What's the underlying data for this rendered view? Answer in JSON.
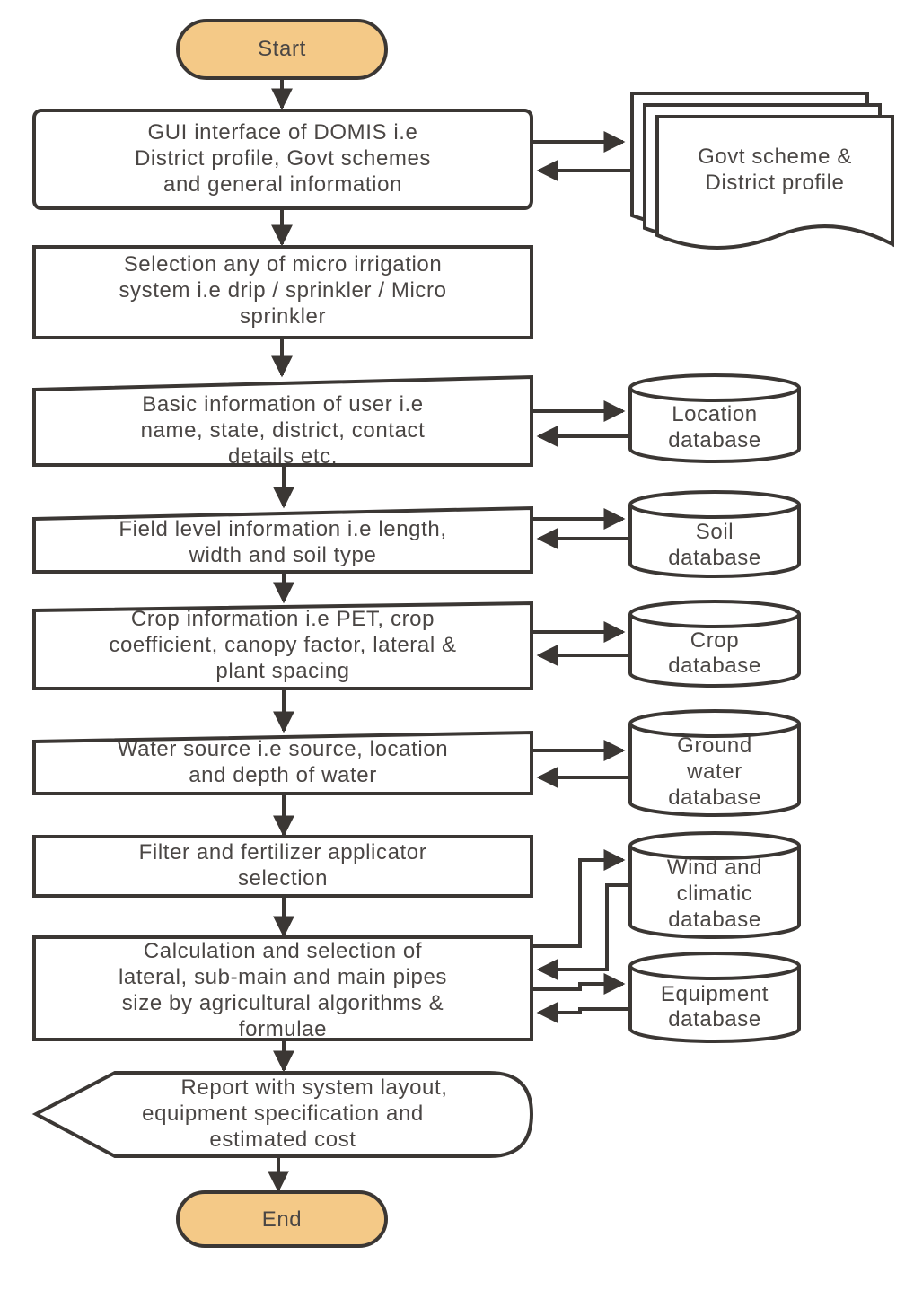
{
  "colors": {
    "terminal_fill": "#f4c987",
    "line": "#3b3734",
    "text": "#4a4644"
  },
  "start": {
    "label": "Start"
  },
  "end": {
    "label": "End"
  },
  "steps": [
    {
      "id": "gui",
      "lines": [
        "GUI interface of DOMIS i.e",
        "District profile, Govt schemes",
        "and general information"
      ]
    },
    {
      "id": "irrigation",
      "lines": [
        "Selection any of micro irrigation",
        "system i.e drip / sprinkler / Micro",
        "sprinkler"
      ]
    },
    {
      "id": "user-info",
      "lines": [
        "Basic information of user i.e",
        "name, state, district, contact",
        "details etc."
      ]
    },
    {
      "id": "field-info",
      "lines": [
        "Field level information i.e length,",
        "width and soil type"
      ]
    },
    {
      "id": "crop-info",
      "lines": [
        "Crop information i.e PET, crop",
        "coefficient, canopy factor, lateral &",
        "plant spacing"
      ]
    },
    {
      "id": "water-source",
      "lines": [
        "Water source  i.e source, location",
        "and depth of water"
      ]
    },
    {
      "id": "filter",
      "lines": [
        "Filter and fertilizer applicator",
        "selection"
      ]
    },
    {
      "id": "calculation",
      "lines": [
        "Calculation and selection of",
        "lateral, sub-main and main pipes",
        "size by agricultural algorithms &",
        "formulae"
      ]
    }
  ],
  "report": {
    "lines": [
      "Report with system layout,",
      "equipment specification and",
      "estimated cost"
    ]
  },
  "documents": {
    "lines": [
      "Govt scheme &",
      "District profile"
    ]
  },
  "databases": [
    {
      "id": "location",
      "lines": [
        "Location",
        "database"
      ]
    },
    {
      "id": "soil",
      "lines": [
        "Soil",
        "database"
      ]
    },
    {
      "id": "crop",
      "lines": [
        "Crop",
        "database"
      ]
    },
    {
      "id": "groundwater",
      "lines": [
        "Ground",
        "water",
        "database"
      ]
    },
    {
      "id": "wind",
      "lines": [
        "Wind and",
        "climatic",
        "database"
      ]
    },
    {
      "id": "equipment",
      "lines": [
        "Equipment",
        "database"
      ]
    }
  ]
}
